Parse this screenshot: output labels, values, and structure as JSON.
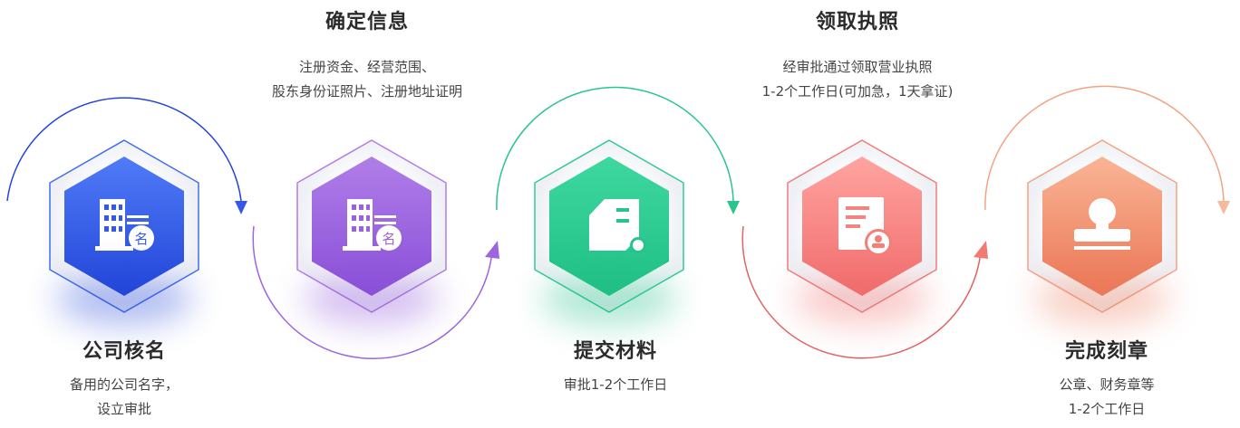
{
  "steps": [
    {
      "title": "公司核名",
      "desc_line1": "备用的公司名字，",
      "desc_line2": "设立审批",
      "color_light": "#4f7bf7",
      "color_dark": "#2346d9",
      "icon": "building-name-icon"
    },
    {
      "title": "确定信息",
      "desc_line1": "注册资金、经营范围、",
      "desc_line2": "股东身份证照片、注册地址证明",
      "color_light": "#b07ee8",
      "color_dark": "#8a4fd8",
      "icon": "building-name-icon"
    },
    {
      "title": "提交材料",
      "desc_line1": "审批1-2个工作日",
      "desc_line2": "",
      "color_light": "#3ed8a0",
      "color_dark": "#1fbf86",
      "icon": "document-submit-icon"
    },
    {
      "title": "领取执照",
      "desc_line1": "经审批通过领取营业执照",
      "desc_line2": "1-2个工作日(可加急，1天拿证)",
      "color_light": "#ff9a9a",
      "color_dark": "#f06c6c",
      "icon": "license-certificate-icon"
    },
    {
      "title": "完成刻章",
      "desc_line1": "公章、财务章等",
      "desc_line2": "1-2个工作日",
      "color_light": "#f9ad8c",
      "color_dark": "#ec7b5c",
      "icon": "stamp-icon"
    }
  ]
}
